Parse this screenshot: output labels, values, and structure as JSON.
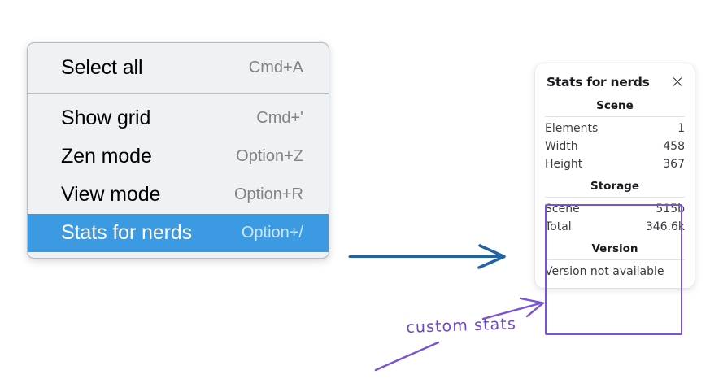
{
  "context_menu": {
    "groups": [
      {
        "items": [
          {
            "label": "Select all",
            "shortcut": "Cmd+A",
            "selected": false
          }
        ]
      },
      {
        "items": [
          {
            "label": "Show grid",
            "shortcut": "Cmd+'",
            "selected": false
          },
          {
            "label": "Zen mode",
            "shortcut": "Option+Z",
            "selected": false
          },
          {
            "label": "View mode",
            "shortcut": "Option+R",
            "selected": false
          },
          {
            "label": "Stats for nerds",
            "shortcut": "Option+/",
            "selected": true
          }
        ]
      }
    ]
  },
  "stats_panel": {
    "title": "Stats for nerds",
    "close_icon": "close-icon",
    "sections": [
      {
        "title": "Scene",
        "rows": [
          {
            "key": "Elements",
            "value": "1"
          },
          {
            "key": "Width",
            "value": "458"
          },
          {
            "key": "Height",
            "value": "367"
          }
        ]
      },
      {
        "title": "Storage",
        "rows": [
          {
            "key": "Scene",
            "value": "515b"
          },
          {
            "key": "Total",
            "value": "346.6k"
          }
        ]
      },
      {
        "title": "Version",
        "text": "Version not available"
      }
    ]
  },
  "annotations": {
    "handwritten_label": "custom stats",
    "blue_arrow_color": "#1f63a8",
    "purple_color": "#7a52d6"
  }
}
